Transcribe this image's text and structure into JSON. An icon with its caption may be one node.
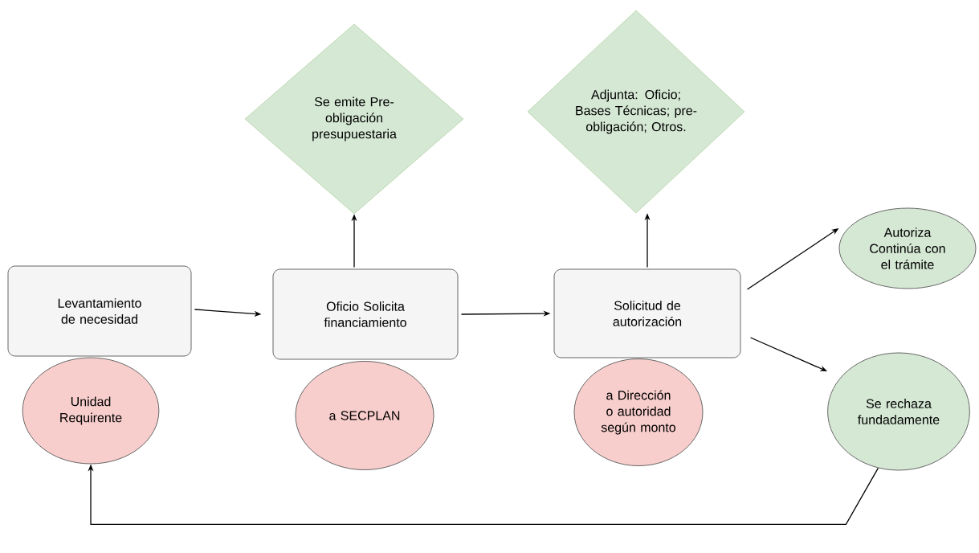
{
  "diagram": {
    "nodes": [
      {
        "text": [
          "Levantamiento de necesidad"
        ]
      },
      {
        "text": [
          "Unidad Requirente"
        ]
      },
      {
        "text": [
          "Oficio Solicita financiamiento"
        ]
      },
      {
        "text": [
          "a SECPLAN"
        ]
      },
      {
        "text": [
          "Solicitud de autorización"
        ]
      },
      {
        "text": [
          "a Dirección o autoridad según monto"
        ]
      },
      {
        "text": [
          "Se emite Pre-obligación presupuestaria"
        ]
      },
      {
        "text": [
          "Adjunta: Oficio; Bases Técnicas; pre-obligación; Otros."
        ]
      },
      {
        "text": [
          "Autoriza Continúa con el trámite"
        ]
      },
      {
        "text": [
          "Se rechaza fundadamente"
        ]
      }
    ],
    "edges": [
      {
        "from": 0,
        "to": 2,
        "arrow": "to"
      },
      {
        "from": 2,
        "to": 4,
        "arrow": "to"
      },
      {
        "from": 2,
        "to": 6,
        "arrow": "to"
      },
      {
        "from": 4,
        "to": 7,
        "arrow": "to"
      },
      {
        "from": 4,
        "to": 8,
        "arrow": "to"
      },
      {
        "from": 4,
        "to": 9,
        "arrow": "to"
      },
      {
        "from": 9,
        "to": 1,
        "arrow": "to"
      }
    ]
  }
}
